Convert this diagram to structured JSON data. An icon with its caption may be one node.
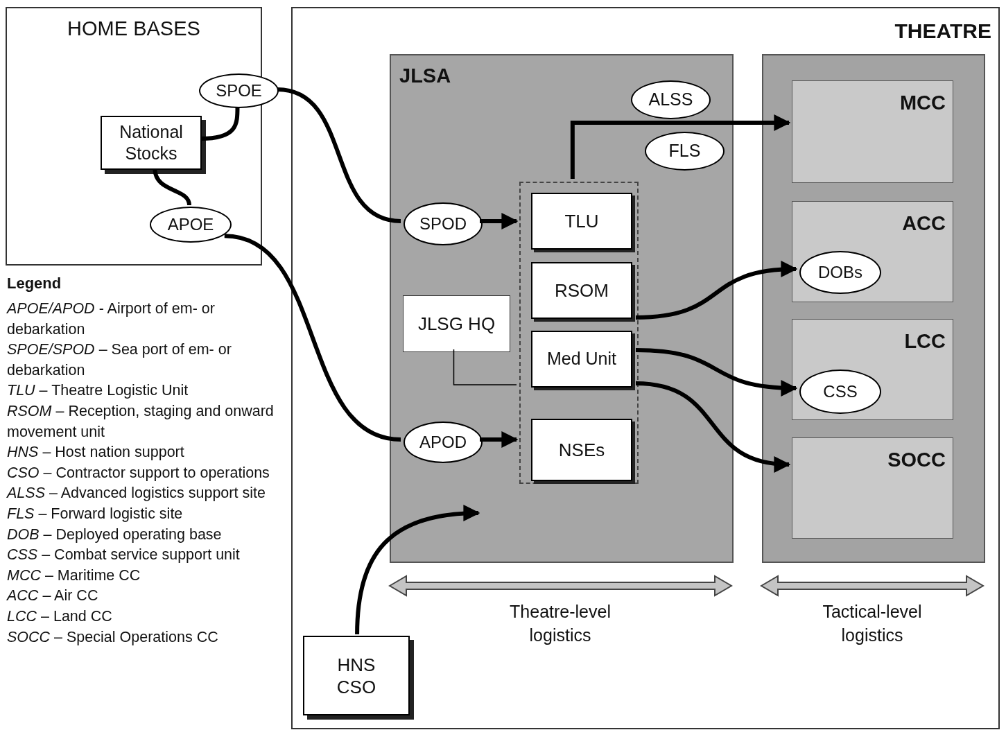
{
  "diagram": {
    "nodes": [
      {
        "text": [
          "HOME BASES"
        ]
      },
      {
        "text": [
          "National Stocks"
        ],
        "in": 0
      },
      {
        "text": [
          "SPOE"
        ],
        "in": 0
      },
      {
        "text": [
          "APOE"
        ],
        "in": 0
      },
      {
        "text": [
          "THEATRE"
        ]
      },
      {
        "text": [
          "JLSA"
        ],
        "in": 4
      },
      {
        "text": [],
        "shape": "box",
        "in": 5
      },
      {
        "text": [
          "TLU"
        ],
        "in": 6
      },
      {
        "text": [
          "RSOM"
        ],
        "in": 6
      },
      {
        "text": [
          "Med Unit"
        ],
        "in": 6
      },
      {
        "text": [
          "NSEs"
        ],
        "in": 6
      },
      {
        "text": [
          "JLSG HQ"
        ],
        "in": 5
      },
      {
        "text": [
          "SPOD"
        ],
        "in": 5
      },
      {
        "text": [
          "APOD"
        ],
        "in": 5
      },
      {
        "text": [
          "ALSS"
        ],
        "in": 5
      },
      {
        "text": [
          "FLS"
        ],
        "in": 5
      },
      {
        "text": [],
        "shape": "box",
        "in": 4
      },
      {
        "text": [
          "MCC"
        ],
        "in": 16
      },
      {
        "text": [
          "ACC"
        ],
        "in": 16
      },
      {
        "text": [
          "DOBs"
        ],
        "in": 18
      },
      {
        "text": [
          "LCC"
        ],
        "in": 16
      },
      {
        "text": [
          "CSS"
        ],
        "in": 20
      },
      {
        "text": [
          "SOCC"
        ],
        "in": 16
      },
      {
        "text": [
          "HNS CSO"
        ],
        "in": 4
      }
    ],
    "edges": [
      {
        "from": 1,
        "to": 2,
        "arrow": "none"
      },
      {
        "from": 1,
        "to": 3,
        "arrow": "none"
      },
      {
        "from": 2,
        "to": 12,
        "arrow": "none"
      },
      {
        "from": 3,
        "to": 13,
        "arrow": "none"
      },
      {
        "from": 12,
        "to": 6,
        "arrow": "to"
      },
      {
        "from": 13,
        "to": 6,
        "arrow": "to"
      },
      {
        "from": 6,
        "to": 17,
        "arrow": "to"
      },
      {
        "from": 6,
        "to": 19,
        "arrow": "to"
      },
      {
        "from": 6,
        "to": 21,
        "arrow": "to"
      },
      {
        "from": 6,
        "to": 22,
        "arrow": "to"
      },
      {
        "from": 11,
        "to": 6,
        "arrow": "none"
      },
      {
        "from": 23,
        "to": null,
        "arrow": "to"
      }
    ],
    "labels": [
      "Theatre-level logistics",
      "Tactical-level logistics",
      "Legend",
      "*APOE/APOD* - Airport of em- or debarkation",
      "*SPOE/SPOD* – Sea port of em- or debarkation",
      "*TLU* – Theatre Logistic Unit",
      "*RSOM* – Reception, staging and onward movement unit",
      "*HNS* – Host nation support",
      "*CSO* – Contractor support to operations",
      "*ALSS* – Advanced logistics support site",
      "*FLS* – Forward logistic site",
      "*DOB* – Deployed operating base",
      "*CSS* – Combat service support unit",
      "*MCC* – Maritime CC",
      "*ACC* – Air CC",
      "*LCC* – Land CC",
      "*SOCC* – Special Operations CC"
    ]
  }
}
